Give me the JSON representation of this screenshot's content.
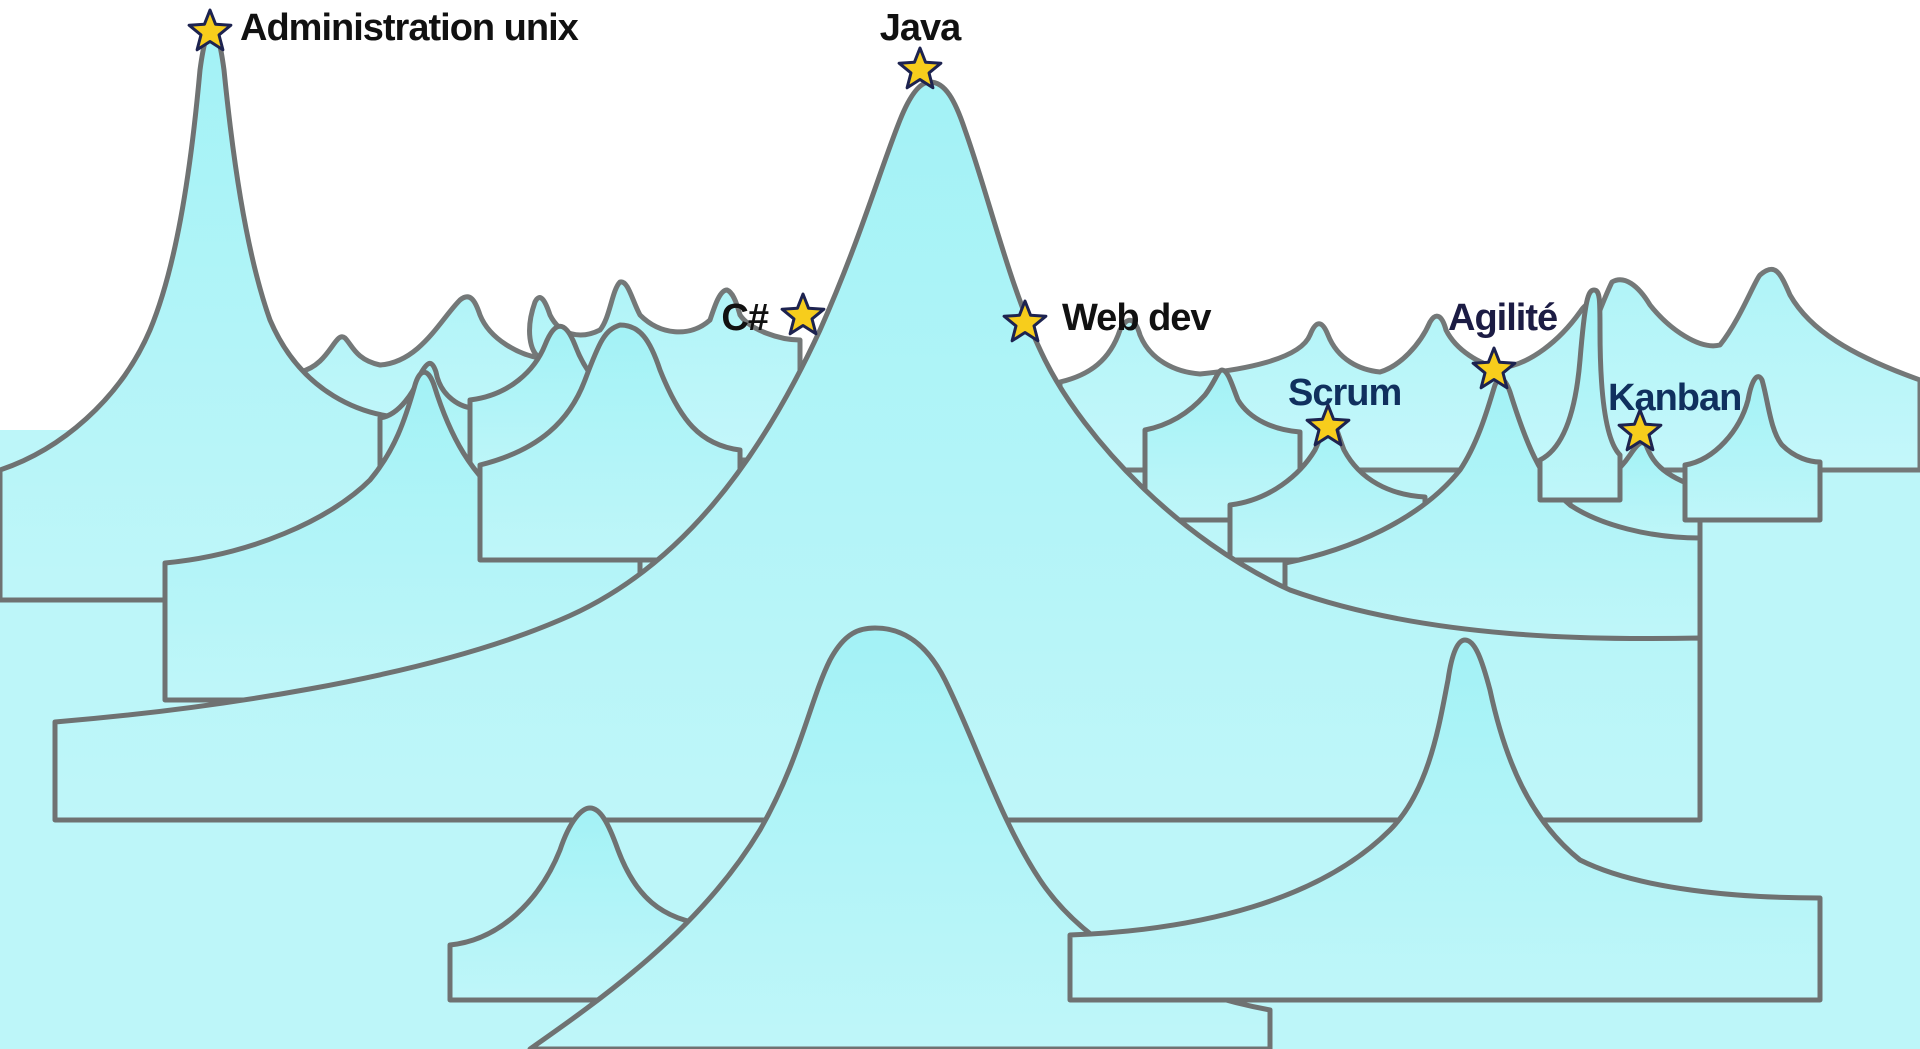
{
  "skills": [
    {
      "id": "admin-unix",
      "label": "Administration unix",
      "color": "#111111"
    },
    {
      "id": "java",
      "label": "Java",
      "color": "#111111"
    },
    {
      "id": "csharp",
      "label": "C#",
      "color": "#111111"
    },
    {
      "id": "webdev",
      "label": "Web dev",
      "color": "#111111"
    },
    {
      "id": "scrum",
      "label": "Scrum",
      "color": "#10305e"
    },
    {
      "id": "agilite",
      "label": "Agilité",
      "color": "#1c1c44"
    },
    {
      "id": "kanban",
      "label": "Kanban",
      "color": "#10305e"
    }
  ],
  "colors": {
    "terrain_top": "#a6f3f7",
    "terrain_bottom": "#c2f6f9",
    "outline": "#6f7272",
    "star_fill": "#f7cd1c",
    "star_outline": "#1d2350"
  }
}
